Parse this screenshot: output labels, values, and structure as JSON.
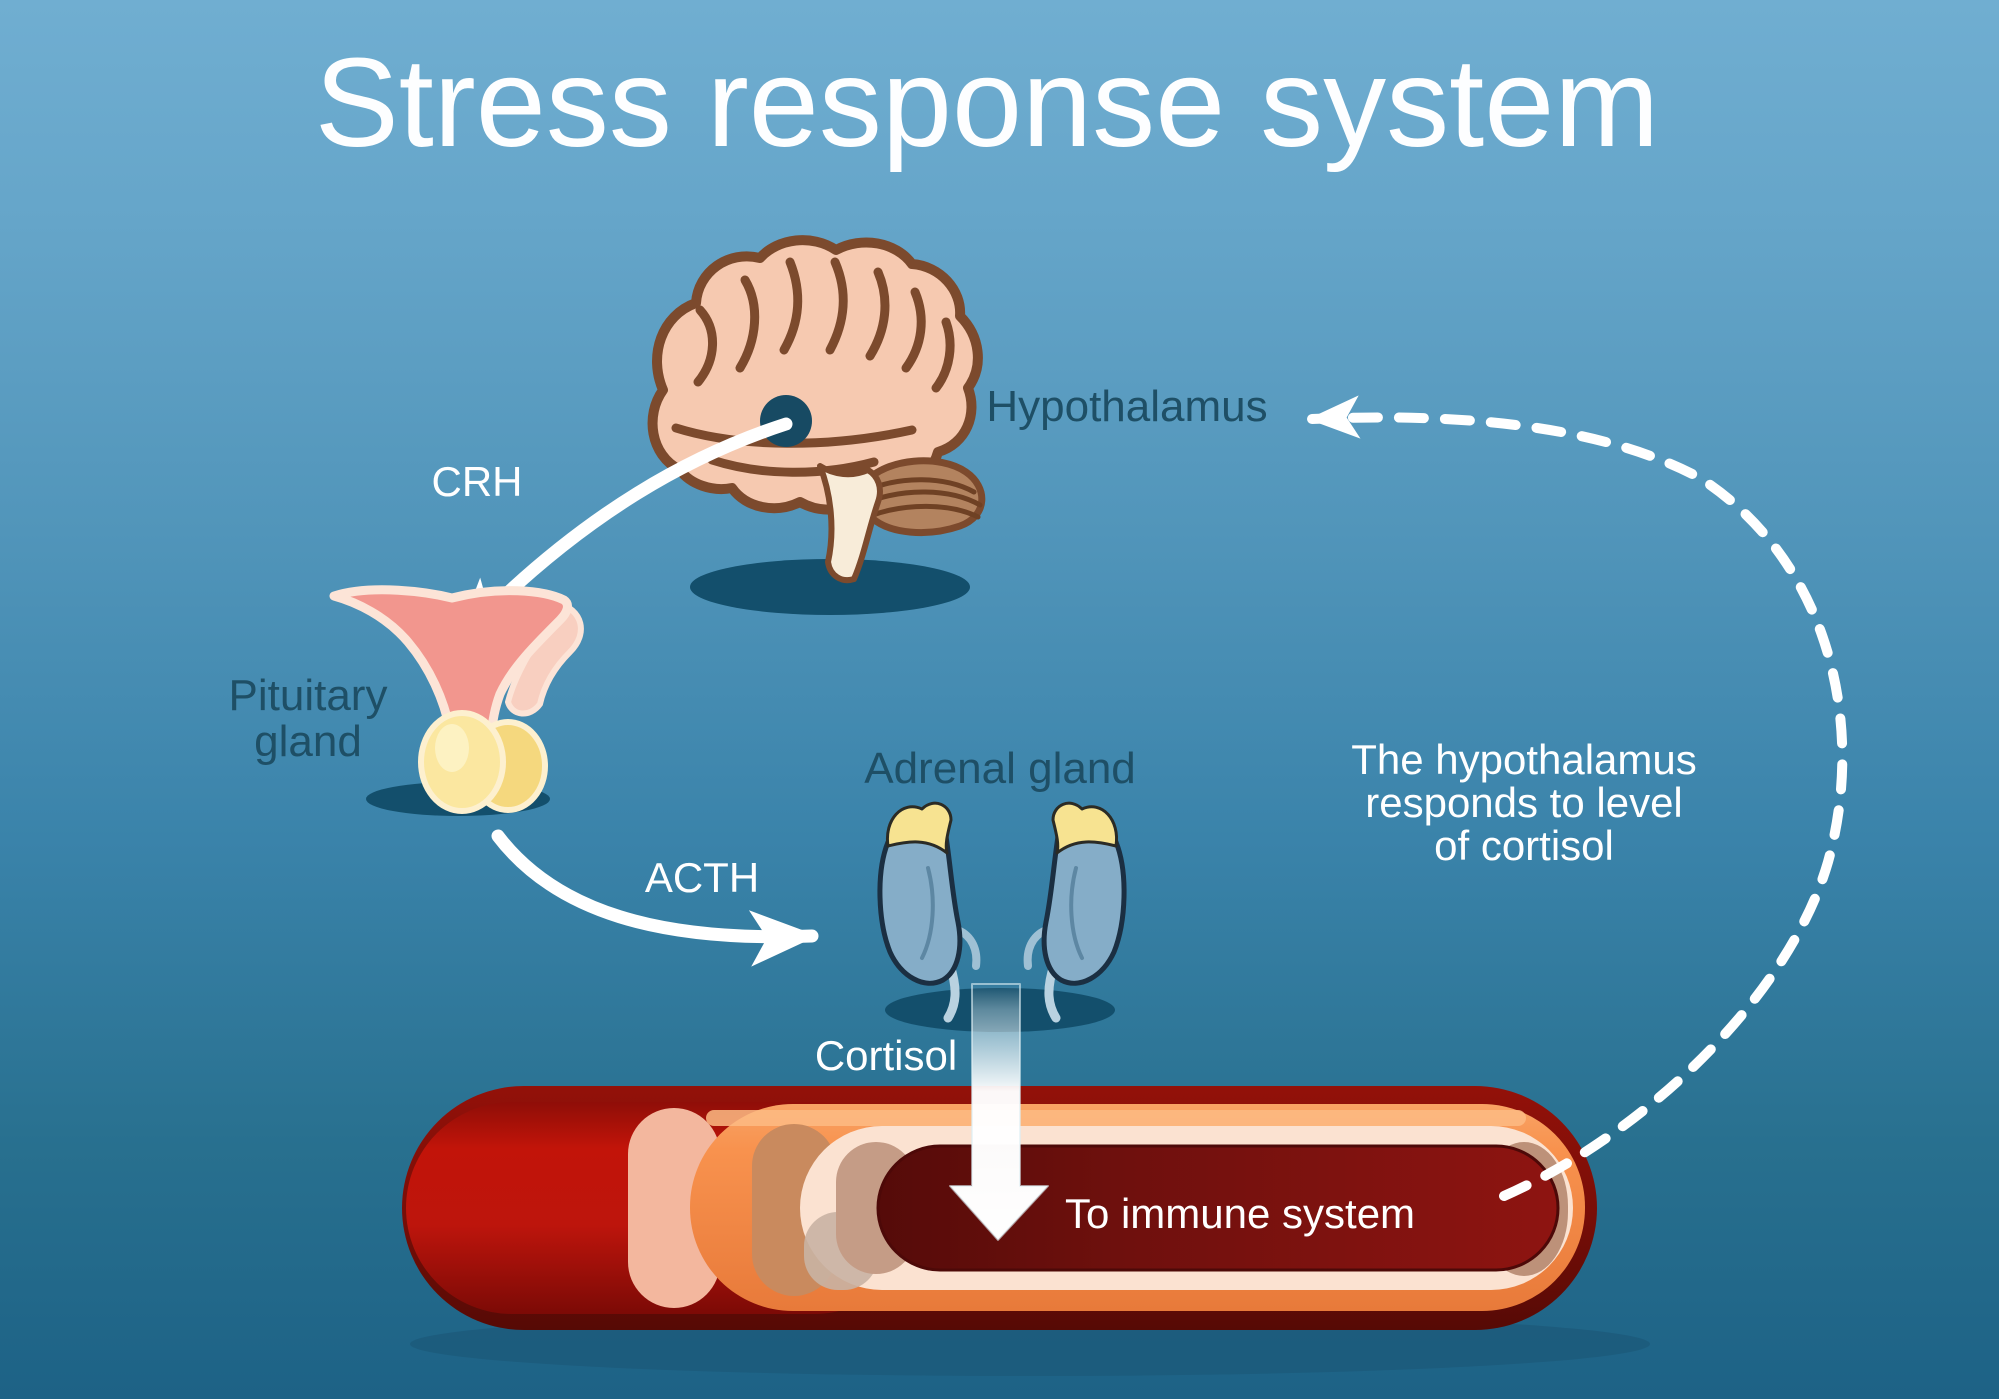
{
  "title": "Stress response system",
  "labels": {
    "hypothalamus": "Hypothalamus",
    "crh": "CRH",
    "pituitary_line1": "Pituitary",
    "pituitary_line2": "gland",
    "acth": "ACTH",
    "adrenal": "Adrenal gland",
    "cortisol": "Cortisol",
    "immune": "To immune system",
    "note_line1": "The hypothalamus",
    "note_line2": "responds to level",
    "note_line3": "of cortisol"
  },
  "illustrations": [
    "brain-icon",
    "pituitary-gland-icon",
    "adrenal-glands-icon",
    "blood-vessel-icon"
  ],
  "colors": {
    "background_top": "#70aed1",
    "background_bottom": "#1d6286",
    "label_dark_teal": "#1e4f66",
    "label_white": "#ffffff",
    "arrow_white": "#ffffff",
    "brain_fill": "#f6c9b0",
    "brain_outline": "#7c4a2d",
    "cerebellum_fill": "#b3835f",
    "brainstem_fill": "#f8ecd9",
    "hypothalamus_dot": "#174a63",
    "pituitary_pink": "#f2968e",
    "pituitary_pale_outline": "#fce4d7",
    "pituitary_bulb_yellow": "#fbe7a0",
    "adrenal_kidney_blue": "#85adc8",
    "adrenal_cap_yellow": "#f7e391",
    "vessel_outer_maroon": "#7a0e08",
    "vessel_bright_red": "#c01409",
    "vessel_orange": "#f8924e",
    "vessel_intima_pale": "#fbe2d1",
    "vessel_tan": "#c59c86",
    "vessel_lumen_dark_red": "#6e100d",
    "organ_shadow": "#134f6c"
  }
}
